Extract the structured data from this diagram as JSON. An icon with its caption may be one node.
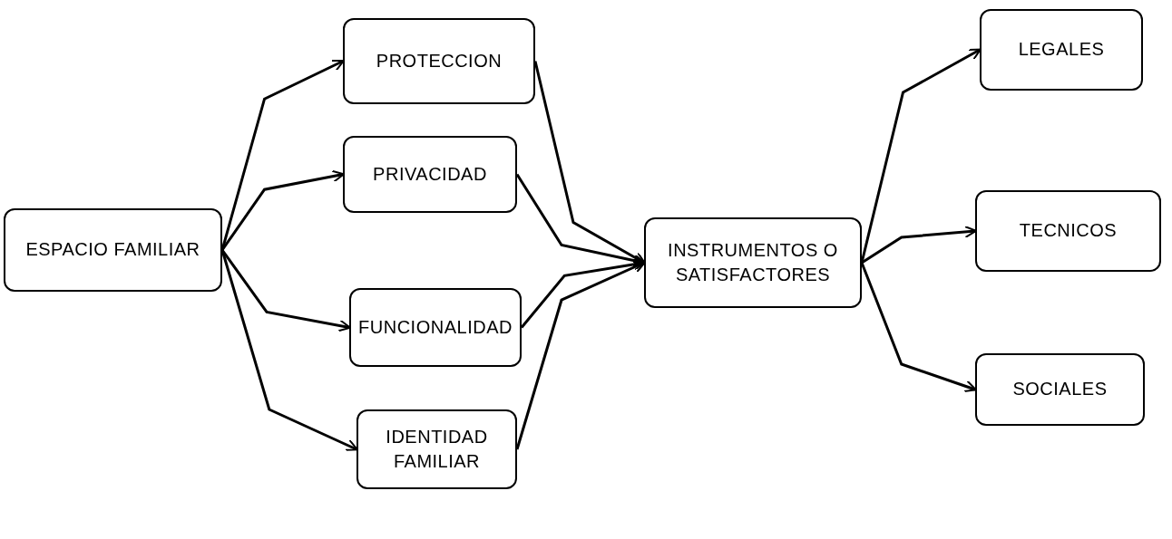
{
  "diagram": {
    "nodes": [
      {
        "text": [
          "ESPACIO FAMILIAR"
        ]
      },
      {
        "text": [
          "PROTECCION"
        ]
      },
      {
        "text": [
          "PRIVACIDAD"
        ]
      },
      {
        "text": [
          "FUNCIONALIDAD"
        ]
      },
      {
        "text": [
          "IDENTIDAD FAMILIAR"
        ]
      },
      {
        "text": [
          "INSTRUMENTOS O SATISFACTORES"
        ]
      },
      {
        "text": [
          "LEGALES"
        ]
      },
      {
        "text": [
          "TECNICOS"
        ]
      },
      {
        "text": [
          "SOCIALES"
        ]
      }
    ],
    "edges": [
      {
        "from": 0,
        "to": 1,
        "arrow": "to"
      },
      {
        "from": 0,
        "to": 2,
        "arrow": "to"
      },
      {
        "from": 0,
        "to": 3,
        "arrow": "to"
      },
      {
        "from": 0,
        "to": 4,
        "arrow": "to"
      },
      {
        "from": 1,
        "to": 5,
        "arrow": "to"
      },
      {
        "from": 2,
        "to": 5,
        "arrow": "to"
      },
      {
        "from": 3,
        "to": 5,
        "arrow": "to"
      },
      {
        "from": 4,
        "to": 5,
        "arrow": "to"
      },
      {
        "from": 5,
        "to": 6,
        "arrow": "to"
      },
      {
        "from": 5,
        "to": 7,
        "arrow": "to"
      },
      {
        "from": 5,
        "to": 8,
        "arrow": "to"
      }
    ]
  }
}
